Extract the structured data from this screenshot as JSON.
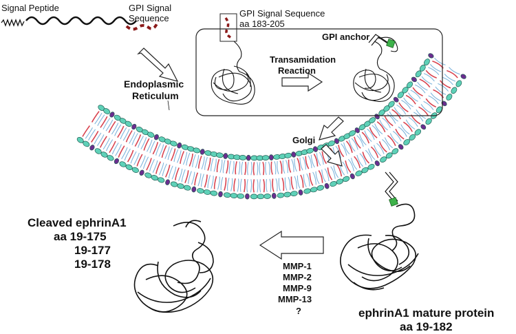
{
  "labels": {
    "signal_peptide": "Signal Peptide",
    "gpi_signal_top_1": "GPI Signal",
    "gpi_signal_top_2": "Sequence",
    "gpi_signal_box_1": "GPI Signal Sequence",
    "gpi_signal_box_2": "aa 183-205",
    "gpi_anchor": "GPI anchor",
    "transamidation_1": "Transamidation",
    "transamidation_2": "Reaction",
    "er_1": "Endoplasmic",
    "er_2": "Reticulum",
    "golgi": "Golgi",
    "cleaved_title": "Cleaved ephrinA1",
    "cleaved_range_1": "aa 19-175",
    "cleaved_range_2": "19-177",
    "cleaved_range_3": "19-178",
    "mmp_1": "MMP-1",
    "mmp_2": "MMP-2",
    "mmp_3": "MMP-9",
    "mmp_4": "MMP-13",
    "mmp_unknown": "?",
    "mature_1": "ephrinA1 mature protein",
    "mature_2": "aa 19-182"
  },
  "colors": {
    "lipid_head": "#5fd1b8",
    "lipid_head_outline": "#1f5d52",
    "lipid_head_alt": "#6b2d8f",
    "lipid_tail_red": "#d9434f",
    "lipid_tail_blue": "#7fb5dc",
    "gpi_sequence": "#8b1a1a",
    "gpi_anchor": "#3db24a",
    "line": "#111111"
  }
}
